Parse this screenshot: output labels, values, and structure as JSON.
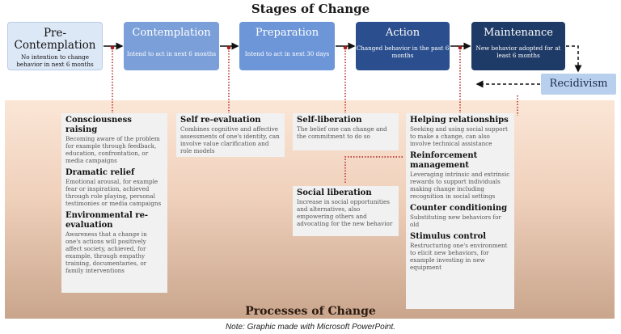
{
  "title": "Stages of Change",
  "stages": [
    {
      "name": "Pre-Contemplation",
      "desc": "No intention to change behavior in next 6 months"
    },
    {
      "name": "Contemplation",
      "desc": "Intend to act in next 6 months"
    },
    {
      "name": "Preparation",
      "desc": "Intend to act in next 30 days"
    },
    {
      "name": "Action",
      "desc": "Changed behavior in the past 6 months"
    },
    {
      "name": "Maintenance",
      "desc": "New behavior adopted for at least 6 months"
    }
  ],
  "recidivism": "Recidivism",
  "processes": {
    "col1": [
      {
        "title": "Consciousness raising",
        "desc": "Becoming aware of the problem for example through feedback, education, confrontation, or media campaigns"
      },
      {
        "title": "Dramatic relief",
        "desc": "Emotional arousal, for example fear or inspiration, achieved through role playing, personal testimonies or media campaigns"
      },
      {
        "title": "Environmental re-evaluation",
        "desc": "Awareness that a change in one's actions will positively affect society, achieved, for example, through empathy training, documentaries, or family interventions"
      }
    ],
    "col2": [
      {
        "title": "Self re-evaluation",
        "desc": "Combines cognitive and affective assessments of one's identity, can involve value clarification and role models"
      }
    ],
    "col3a": [
      {
        "title": "Self-liberation",
        "desc": "The belief one can change and the commitment to do so"
      }
    ],
    "col3b": [
      {
        "title": "Social liberation",
        "desc": "Increase in social opportunities and alternatives, also empowering others and advocating for the new behavior"
      }
    ],
    "col4": [
      {
        "title": "Helping relationships",
        "desc": "Seeking and using social support to make a change, can also involve technical assistance"
      },
      {
        "title": "Reinforcement management",
        "desc": "Leveraging intrinsic and extrinsic rewards to support individuals making change including recognition in social settings"
      },
      {
        "title": "Counter conditioning",
        "desc": "Substituting new behaviors for old"
      },
      {
        "title": "Stimulus control",
        "desc": "Restructuring one's environment to elicit new behaviors, for example investing in new equipment"
      }
    ]
  },
  "bottom_title": "Processes of Change",
  "note": "Note: Graphic made with Microsoft PowerPoint.",
  "colors": {
    "stage1": "#dde8f7",
    "stage2": "#7b9fd8",
    "stage3": "#6d96d8",
    "stage4": "#2b4f8e",
    "stage5": "#1e3a66",
    "recidivism": "#b9cfee",
    "connector": "#b01818"
  }
}
